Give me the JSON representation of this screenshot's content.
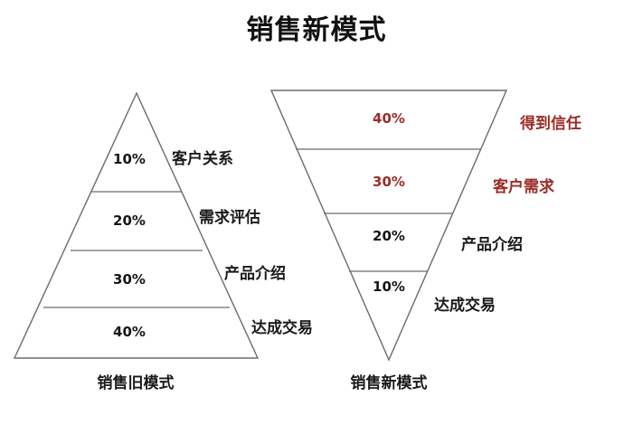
{
  "title": "销售新模式",
  "colors": {
    "outline": "#6b6b6b",
    "divider": "#6b6b6b",
    "text": "#1a1a1a",
    "accent_red": "#9d2b25",
    "background": "#ffffff"
  },
  "chart_data": {
    "type": "funnel",
    "title": "销售新模式",
    "charts": [
      {
        "name": "old-model-pyramid",
        "caption": "销售旧模式",
        "orientation": "pyramid-up",
        "segments": [
          {
            "percent": "10%",
            "value": 10,
            "label": "客户关系",
            "label_color": "#1a1a1a",
            "percent_color": "#151515"
          },
          {
            "percent": "20%",
            "value": 20,
            "label": "需求评估",
            "label_color": "#1a1a1a",
            "percent_color": "#151515"
          },
          {
            "percent": "30%",
            "value": 30,
            "label": "产品介绍",
            "label_color": "#1a1a1a",
            "percent_color": "#151515"
          },
          {
            "percent": "40%",
            "value": 40,
            "label": "达成交易",
            "label_color": "#1a1a1a",
            "percent_color": "#151515"
          }
        ]
      },
      {
        "name": "new-model-funnel",
        "caption": "销售新模式",
        "orientation": "pyramid-down",
        "segments": [
          {
            "percent": "40%",
            "value": 40,
            "label": "得到信任",
            "label_color": "#9d2b25",
            "percent_color": "#9d2b25"
          },
          {
            "percent": "30%",
            "value": 30,
            "label": "客户需求",
            "label_color": "#9d2b25",
            "percent_color": "#9d2b25"
          },
          {
            "percent": "20%",
            "value": 20,
            "label": "产品介绍",
            "label_color": "#1a1a1a",
            "percent_color": "#151515"
          },
          {
            "percent": "10%",
            "value": 10,
            "label": "达成交易",
            "label_color": "#1a1a1a",
            "percent_color": "#151515"
          }
        ]
      }
    ]
  }
}
